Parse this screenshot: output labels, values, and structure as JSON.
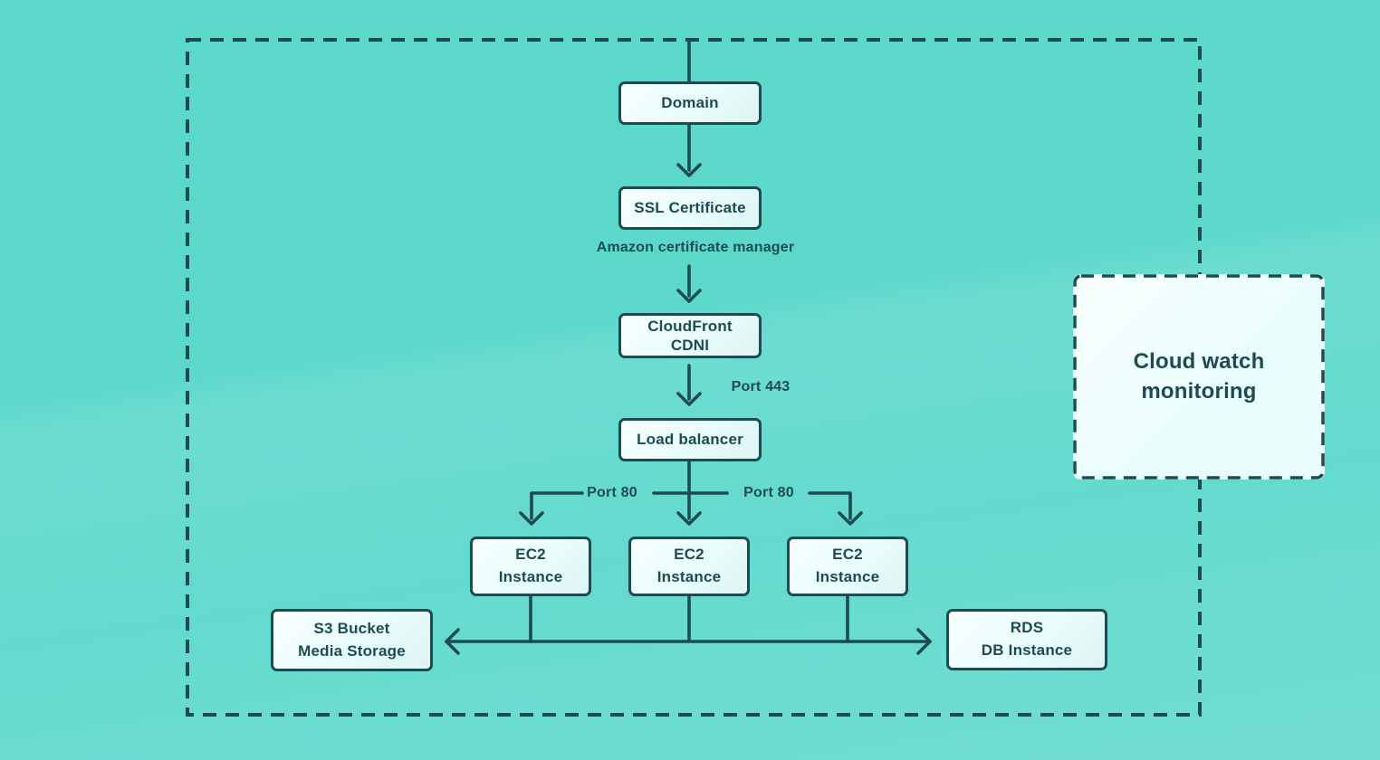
{
  "colors": {
    "background": "#5cd8cb",
    "ink": "#1d4b52",
    "node_fill": "#e9fdfc"
  },
  "nodes": {
    "domain": {
      "label": "Domain"
    },
    "ssl_certificate": {
      "label": "SSL Certificate"
    },
    "cloudfront_cdn": {
      "line1": "CloudFront",
      "line2": "CDNI"
    },
    "load_balancer": {
      "label": "Load balancer"
    },
    "ec2_instance_1": {
      "line1": "EC2",
      "line2": "Instance"
    },
    "ec2_instance_2": {
      "line1": "EC2",
      "line2": "Instance"
    },
    "ec2_instance_3": {
      "line1": "EC2",
      "line2": "Instance"
    },
    "s3_bucket": {
      "line1": "S3 Bucket",
      "line2": "Media Storage"
    },
    "rds_db": {
      "line1": "RDS",
      "line2": "DB Instance"
    },
    "cloudwatch": {
      "line1": "Cloud watch",
      "line2": "monitoring"
    }
  },
  "labels": {
    "certificate_manager": "Amazon certificate manager",
    "port_443": "Port 443",
    "port_80_left": "Port 80",
    "port_80_right": "Port 80"
  }
}
